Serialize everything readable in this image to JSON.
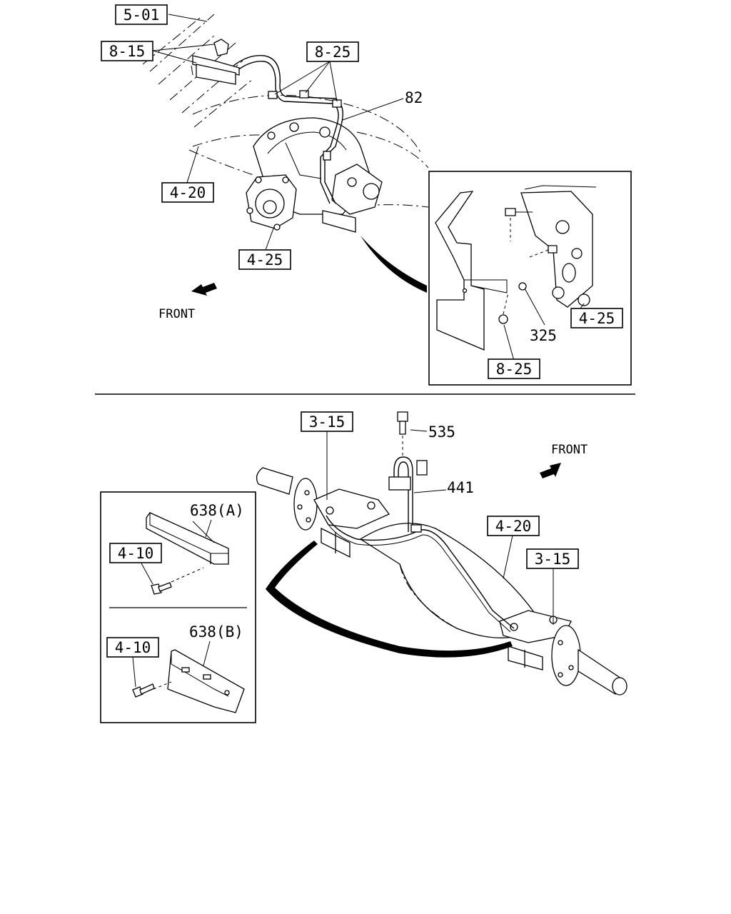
{
  "top_view": {
    "labels": {
      "ref_5_01": "5-01",
      "ref_8_15": "8-15",
      "ref_8_25_a": "8-25",
      "part_82": "82",
      "ref_4_20": "4-20",
      "ref_4_25_a": "4-25",
      "front": "FRONT"
    },
    "inset": {
      "ref_4_25_b": "4-25",
      "part_325": "325",
      "ref_8_25_b": "8-25"
    }
  },
  "bottom_view": {
    "labels": {
      "ref_3_15_a": "3-15",
      "part_535": "535",
      "part_441": "441",
      "front": "FRONT",
      "ref_4_20": "4-20",
      "ref_3_15_b": "3-15"
    },
    "inset": {
      "part_638a": "638(A)",
      "ref_4_10_a": "4-10",
      "part_638b": "638(B)",
      "ref_4_10_b": "4-10"
    }
  },
  "icons": {
    "front_arrow_top": "arrow-down-left-icon",
    "front_arrow_bottom": "arrow-up-right-icon"
  }
}
